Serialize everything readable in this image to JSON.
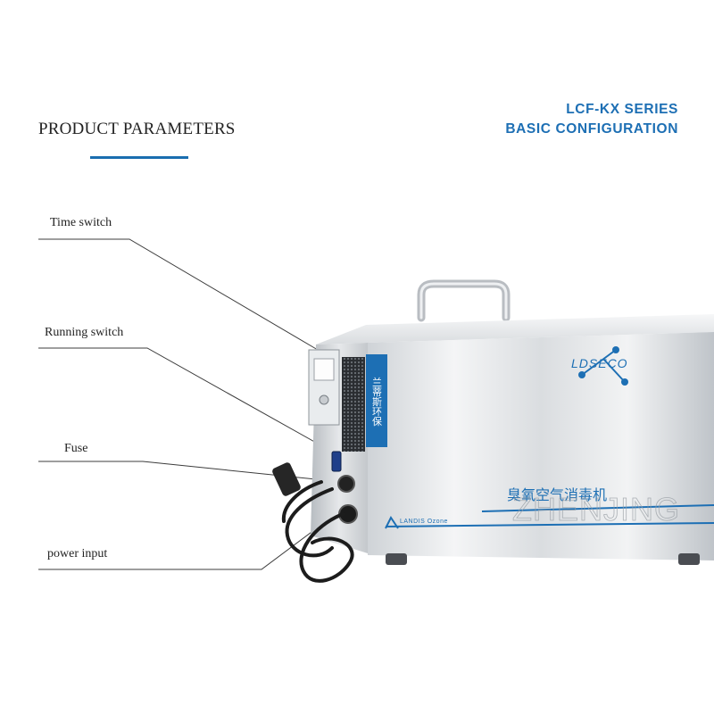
{
  "header": {
    "section_title": "PRODUCT PARAMETERS",
    "series_line1": "LCF-KX SERIES",
    "series_line2": "BASIC CONFIGURATION"
  },
  "callouts": [
    {
      "label": "Time switch"
    },
    {
      "label": "Running switch"
    },
    {
      "label": "Fuse"
    },
    {
      "label": "power input"
    }
  ],
  "product": {
    "brand_logo_text": "LDSECO",
    "side_panel_text": "兰蒂斯环保",
    "front_chinese_text": "臭氧空气消毒机",
    "front_small_text": "LANDIS Ozone",
    "watermark": "ZHENJING"
  },
  "colors": {
    "accent_blue": "#1d6fb4",
    "steel_light": "#eef0f2",
    "steel_dark": "#9aa0a6"
  }
}
